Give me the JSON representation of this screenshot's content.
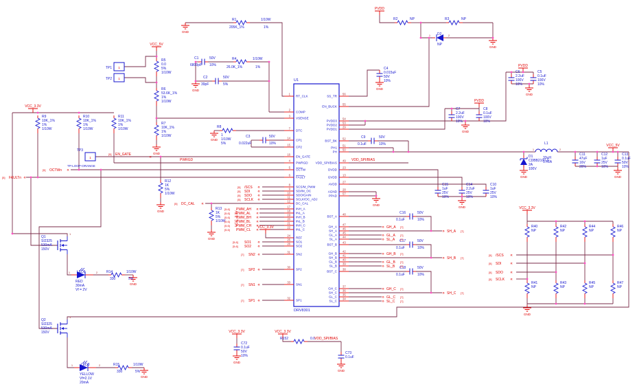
{
  "schematic": {
    "colors": {
      "wire": "#7A2B48",
      "component": "#1616CE",
      "net": "#E00000",
      "pin_number": "#AA3333",
      "junction": "#FF4FC4",
      "pin_stub": "#E30000",
      "ic_outline": "#1616CE",
      "background": "#FFFFFF"
    },
    "ic": {
      "ref": "U1",
      "part": "DRV8301",
      "left_pins": [
        [
          "1",
          "RT_CLK"
        ],
        [
          "2",
          "COMP"
        ],
        [
          "3",
          "VSENSE"
        ],
        [
          "7",
          "DTC"
        ],
        [
          "14",
          "CP1"
        ],
        [
          "15",
          "CP2"
        ],
        [
          "16",
          "EN_GATE"
        ],
        [
          "4",
          "PWRGD"
        ],
        [
          "5",
          "OCTW"
        ],
        [
          "6",
          "FAULT"
        ],
        [
          "8",
          "SCS/M_PWM"
        ],
        [
          "9",
          "SDI/M_OC"
        ],
        [
          "10",
          "SDO/GAIN"
        ],
        [
          "11",
          "SCLK/OC_ADJ"
        ],
        [
          "12",
          "DC_CAL"
        ],
        [
          "17",
          "INH_A"
        ],
        [
          "18",
          "INL_A"
        ],
        [
          "19",
          "INH_B"
        ],
        [
          "20",
          "INL_B"
        ],
        [
          "21",
          "INH_C"
        ],
        [
          "22",
          "INL_C"
        ],
        [
          "24",
          "REF"
        ],
        [
          "25",
          "SO1"
        ],
        [
          "26",
          "SO2"
        ],
        [
          "31",
          "SN2"
        ],
        [
          "30",
          "SP2"
        ],
        [
          "33",
          "SN1"
        ],
        [
          "32",
          "SP1"
        ]
      ],
      "right_pins": [
        [
          "56",
          "SS_TR"
        ],
        [
          "55",
          "EN_BUCK"
        ],
        [
          "54",
          "PVDD3"
        ],
        [
          "53",
          "PVDD2"
        ],
        [
          "29",
          "PVDD1"
        ],
        [
          "52",
          "BST_BK"
        ],
        [
          "51",
          "PH1"
        ],
        [
          "50",
          "PH"
        ],
        [
          "49",
          "VDD_SPI/BIAS"
        ],
        [
          "23",
          "DVDD"
        ],
        [
          "13",
          "GVDD"
        ],
        [
          "27",
          "AVDD"
        ],
        [
          "28",
          "AGND"
        ],
        [
          "57",
          "PPAD"
        ],
        [
          "48",
          "BST_A"
        ],
        [
          "47",
          "GH_A"
        ],
        [
          "46",
          "SH_A"
        ],
        [
          "45",
          "GL_A"
        ],
        [
          "44",
          "SL_A"
        ],
        [
          "43",
          "BST_B"
        ],
        [
          "42",
          "GH_B"
        ],
        [
          "41",
          "SH_B"
        ],
        [
          "40",
          "GL_B"
        ],
        [
          "39",
          "SL_B"
        ],
        [
          "38",
          "BST_C"
        ],
        [
          "37",
          "GH_C"
        ],
        [
          "36",
          "SH_C"
        ],
        [
          "35",
          "GL_C"
        ],
        [
          "34",
          "SL_C"
        ]
      ]
    },
    "power": {
      "vcc5": "VCC_5V",
      "vcc33": "VCC_3.3V",
      "pvdd": "PVDD",
      "gnd": "GND"
    },
    "components": {
      "R1": {
        "ref": "R1",
        "value": "205K_1%",
        "power": "1/10W",
        "tol": "1%"
      },
      "R2": {
        "ref": "R2",
        "value": "NP"
      },
      "R3": {
        "ref": "R3",
        "value": "NP"
      },
      "R4": {
        "ref": "R4",
        "value": "26.0K_1%",
        "power": "1/10W",
        "tol": "1%"
      },
      "R5": {
        "lines": [
          "R5",
          "0.0",
          "5%",
          "1/10W"
        ]
      },
      "R6": {
        "lines": [
          "R6",
          "53.6K_1%",
          "1%",
          "1/10W"
        ]
      },
      "R7": {
        "lines": [
          "R7",
          "10K_1%",
          "1%",
          "1/10W"
        ]
      },
      "R8": {
        "ref": "R8",
        "value": "1",
        "power": "1/10W",
        "tol": "5%"
      },
      "R9": {
        "lines": [
          "R9",
          "10K_1%",
          "1%",
          "1/10W"
        ]
      },
      "R10": {
        "lines": [
          "R10",
          "10K_1%",
          "1%",
          "1/10W"
        ]
      },
      "R11": {
        "lines": [
          "R11",
          "10K_1%",
          "1%",
          "1/10W"
        ]
      },
      "R12": {
        "lines": [
          "R12",
          "1K",
          "5%",
          "1/10W"
        ]
      },
      "R13": {
        "lines": [
          "R13",
          "1K",
          "5%",
          "1/10W"
        ]
      },
      "R14": {
        "ref": "R14",
        "value": "330",
        "power": "1/10W",
        "tol": "5%"
      },
      "R15": {
        "ref": "R15",
        "value": "330",
        "power": "1/10W",
        "tol": "5%"
      },
      "R152": {
        "ref": "R152",
        "value": "0.0"
      },
      "R40": {
        "lines": [
          "R40",
          "NP"
        ]
      },
      "R41": {
        "lines": [
          "R41",
          "NP"
        ]
      },
      "R42": {
        "lines": [
          "R42",
          "NP"
        ]
      },
      "R43": {
        "lines": [
          "R43",
          "NP"
        ]
      },
      "R44": {
        "lines": [
          "R44",
          "NP"
        ]
      },
      "R45": {
        "lines": [
          "R45",
          "NP"
        ]
      },
      "R46": {
        "lines": [
          "R46",
          "NP"
        ]
      },
      "R47": {
        "lines": [
          "R47",
          "NP"
        ]
      },
      "C1": {
        "ref": "C1",
        "value": "6800pF",
        "volt": "50V",
        "tol": "10%"
      },
      "C2": {
        "ref": "C2",
        "value": "39pF",
        "volt": "50V",
        "tol": "5%"
      },
      "C3": {
        "ref": "C3",
        "value": "0.022uF",
        "volt": "50V",
        "tol": "10%"
      },
      "C4": {
        "lines": [
          "C4",
          "0.015uF",
          "50V",
          "10%"
        ]
      },
      "C5": {
        "lines": [
          "C5",
          "0.1uF",
          "100V",
          "10%"
        ]
      },
      "C6": {
        "lines": [
          "C6",
          "2.2uF",
          "100V",
          "10%"
        ]
      },
      "C7": {
        "lines": [
          "C7",
          "2.2uF",
          "100V",
          "10%"
        ]
      },
      "C8": {
        "lines": [
          "C8",
          "0.1uF",
          "100V",
          "10%"
        ]
      },
      "C9": {
        "ref": "C9",
        "value": "0.1uF",
        "volt": "50V",
        "tol": "10%"
      },
      "C10": {
        "lines": [
          "C10",
          "1uF",
          "25V",
          "10%"
        ]
      },
      "C11": {
        "lines": [
          "C11",
          "47uF",
          "16V",
          "20%"
        ]
      },
      "C12": {
        "lines": [
          "C12",
          "1uF",
          "25V",
          "10%"
        ]
      },
      "C13": {
        "lines": [
          "C13",
          "0.1uF",
          "50V",
          "10%"
        ]
      },
      "C14": {
        "lines": [
          "C14",
          "2.2uF",
          "25V",
          "10%"
        ]
      },
      "C15": {
        "lines": [
          "C15",
          "1uF",
          "25V",
          "10%"
        ]
      },
      "C16": {
        "ref": "C16",
        "value": "0.1uF",
        "volt": "50V",
        "tol": "10%"
      },
      "C17": {
        "ref": "C17",
        "value": "0.1uF",
        "volt": "50V",
        "tol": "10%"
      },
      "C18": {
        "ref": "C18",
        "value": "0.1uF",
        "volt": "50V",
        "tol": "10%"
      },
      "C72": {
        "lines": [
          "C72",
          "0.1uF",
          "50V",
          "10%"
        ]
      },
      "C73": {
        "lines": [
          "C73",
          "0.1uF"
        ]
      },
      "L1": {
        "ref": "L1",
        "value": "33uH",
        "current": "1.41A",
        "pin1": "1",
        "pin2": "2"
      },
      "D1": {
        "lines": [
          "D1",
          "CDBB2100-G",
          "2A",
          "100V"
        ]
      },
      "D2": {
        "ref": "D2",
        "value": "NP",
        "pin1": "1",
        "pin2": "2"
      },
      "LED6": {
        "ref": "LED6",
        "lines": [
          "RED",
          "30mA",
          "Vf = 2V"
        ],
        "pin1": "1",
        "pin2": "2"
      },
      "LED8": {
        "ref": "LED8",
        "lines": [
          "YELLOW",
          "Vf=2.1V",
          "20mA"
        ],
        "pin1": "1",
        "pin2": "2"
      },
      "Q1": {
        "lines": [
          "Q1",
          "SI2325",
          "530mA",
          "150V"
        ],
        "pin1": "1"
      },
      "Q2": {
        "lines": [
          "Q2",
          "SI2325",
          "530mA",
          "150V"
        ],
        "pin1": "1"
      },
      "TP1": {
        "ref": "TP1",
        "pin": "1"
      },
      "TP2": {
        "ref": "TP2",
        "pin": "1"
      },
      "TP3": {
        "ref": "TP3",
        "pin": "1",
        "style": "TP-LOOP-ORANGE"
      }
    },
    "net_labels": {
      "faultn": {
        "tag": "[5]",
        "name": "FAULTn"
      },
      "octwn": {
        "tag": "[5]",
        "name": "OCTWn"
      },
      "en_gate": {
        "tag": "[5]",
        "name": "EN_GATE"
      },
      "dc_cal": {
        "tag": "[5]",
        "name": "DC_CAL"
      },
      "scs": {
        "tag": "[5]",
        "name": "/SCS"
      },
      "sdi": {
        "tag": "[5]",
        "name": "SDI"
      },
      "sdo": {
        "tag": "[5]",
        "name": "SDO"
      },
      "sclk": {
        "tag": "[5]",
        "name": "SCLK"
      },
      "pwm_ah": {
        "tag": "[5,6]",
        "name": "PWM_AH"
      },
      "pwm_al": {
        "tag": "[5,6]",
        "name": "PWM_AL"
      },
      "pwm_bh": {
        "tag": "[5,6]",
        "name": "PWM_BH"
      },
      "pwm_bl": {
        "tag": "[5,6]",
        "name": "PWM_BL"
      },
      "pwm_ch": {
        "tag": "[5,6]",
        "name": "PWM_CH"
      },
      "pwm_cl": {
        "tag": "[5,6]",
        "name": "PWM_CL"
      },
      "so1": {
        "tag": "[5,6]",
        "name": "SO1"
      },
      "so2": {
        "tag": "[5,6]",
        "name": "SO2"
      },
      "sn2": {
        "tag": "[7]",
        "name": "SN2"
      },
      "sp2": {
        "tag": "[7]",
        "name": "SP2"
      },
      "sn1": {
        "tag": "[7]",
        "name": "SN1"
      },
      "sp1": {
        "tag": "[7]",
        "name": "SP1"
      },
      "gh_a": {
        "tag": "[7]",
        "name": "GH_A"
      },
      "sh_a": {
        "tag": "[7]",
        "name": "SH_A"
      },
      "gl_a": {
        "tag": "[7]",
        "name": "GL_A"
      },
      "sl_a": {
        "tag": "[7]",
        "name": "SL_A"
      },
      "gh_b": {
        "tag": "[7]",
        "name": "GH_B"
      },
      "sh_b": {
        "tag": "[7]",
        "name": "SH_B"
      },
      "gl_b": {
        "tag": "[7]",
        "name": "GL_B"
      },
      "sl_b": {
        "tag": "[7]",
        "name": "SL_B"
      },
      "gh_c": {
        "tag": "[7]",
        "name": "GH_C"
      },
      "sh_c": {
        "tag": "[7]",
        "name": "SH_C"
      },
      "gl_c": {
        "tag": "[7]",
        "name": "GL_C"
      },
      "sl_c": {
        "tag": "[7]",
        "name": "SL_C"
      },
      "pwrgd": {
        "name": "PWRGD"
      },
      "vdd_spi": {
        "name": "VDD_SPI/BIAS"
      },
      "vcc33_vert": {
        "name": "VCC_3.3V"
      }
    }
  }
}
